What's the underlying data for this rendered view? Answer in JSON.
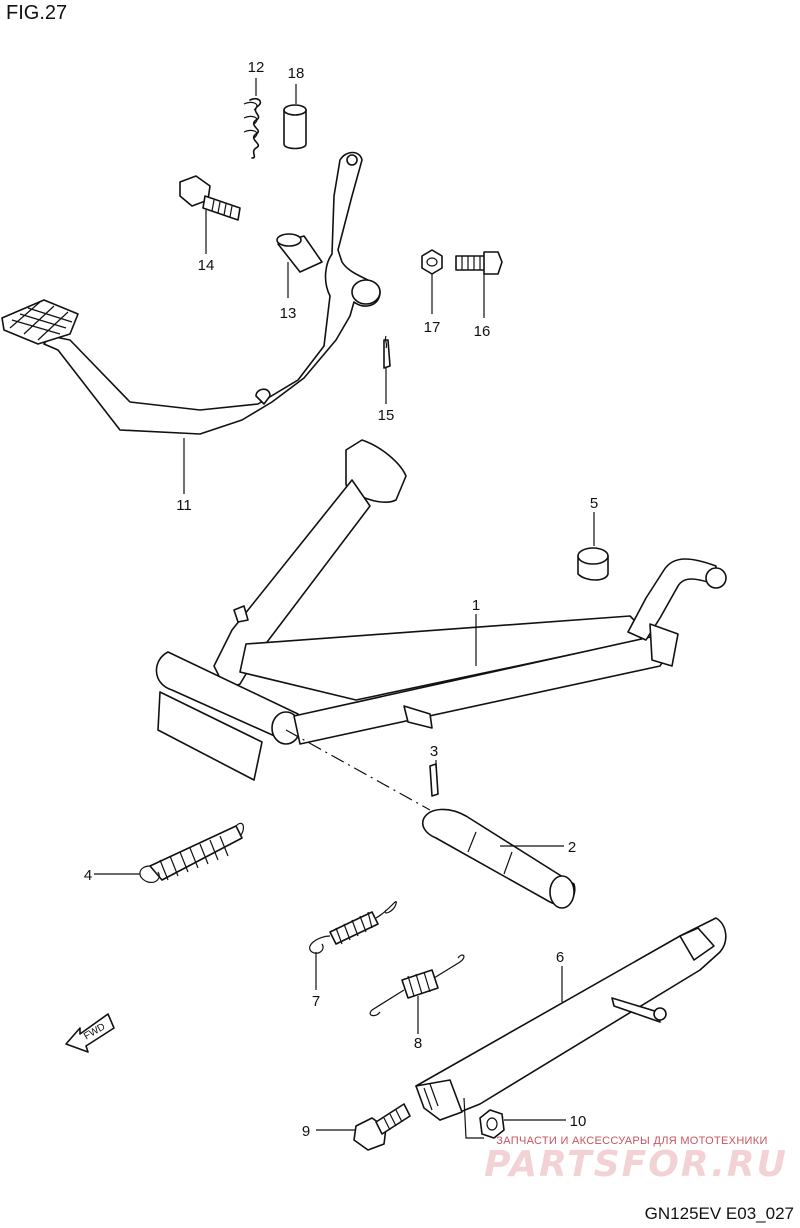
{
  "figure_label": "FIG.27",
  "drawing_code": "GN125EV E03_027",
  "direction_badge": "FWD",
  "watermark": {
    "tagline": "ЗАПЧАСТИ И АКСЕССУАРЫ ДЛЯ МОТОТЕХНИКИ",
    "logo_text": "PARTSFOR.RU"
  },
  "callouts": [
    "1",
    "2",
    "3",
    "4",
    "5",
    "6",
    "7",
    "8",
    "9",
    "10",
    "11",
    "12",
    "13",
    "14",
    "15",
    "16",
    "17",
    "18"
  ]
}
